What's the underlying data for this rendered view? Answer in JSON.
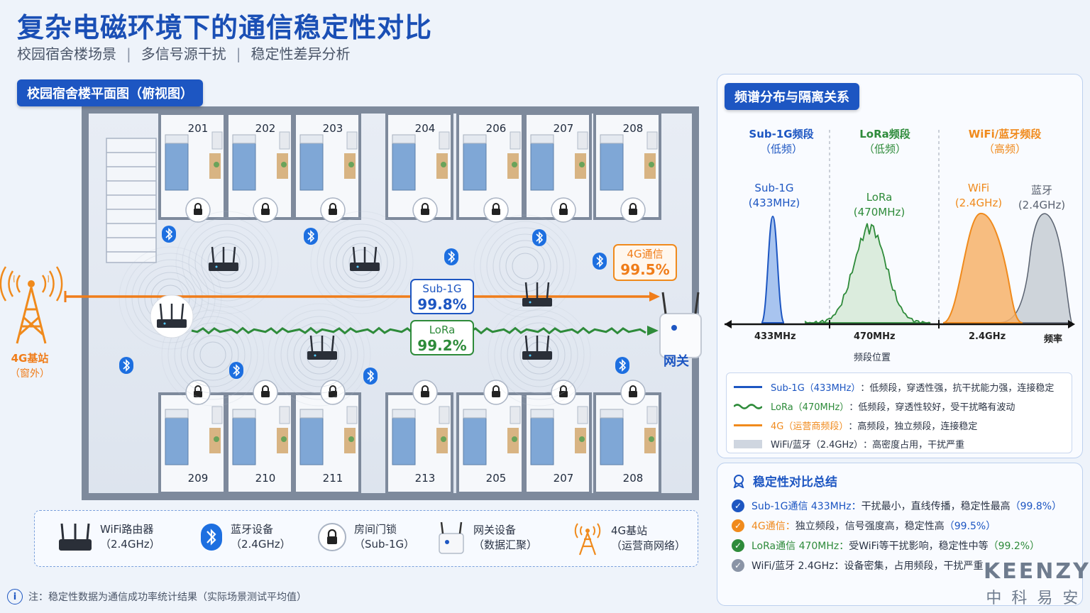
{
  "header": {
    "title": "复杂电磁环境下的通信稳定性对比",
    "subtitle_parts": [
      "校园宿舍楼场景",
      "多信号源干扰",
      "稳定性差异分析"
    ],
    "separator": "|"
  },
  "plan": {
    "title": "校园宿舍楼平面图（俯视图）",
    "top_rooms": [
      "201",
      "202",
      "203",
      "204",
      "206",
      "207",
      "208"
    ],
    "bottom_rooms": [
      "209",
      "210",
      "211",
      "213",
      "205",
      "207",
      "208"
    ],
    "tower_label": "4G基站",
    "tower_sub": "（窗外）",
    "gateway_label": "网关",
    "sub1g_label": "Sub-1G",
    "sub1g_value": "99.8%",
    "lora_label": "LoRa",
    "lora_value": "99.2%",
    "g4_label": "4G通信",
    "g4_value": "99.5%"
  },
  "legend": [
    {
      "name": "WiFi路由器",
      "sub": "（2.4GHz）",
      "icon": "router-icon"
    },
    {
      "name": "蓝牙设备",
      "sub": "（2.4GHz）",
      "icon": "bluetooth-icon"
    },
    {
      "name": "房间门锁",
      "sub": "（Sub-1G）",
      "icon": "lock-icon"
    },
    {
      "name": "网关设备",
      "sub": "（数据汇聚）",
      "icon": "gateway-icon"
    },
    {
      "name": "4G基站",
      "sub": "（运营商网络）",
      "icon": "tower-icon"
    }
  ],
  "footnote": "注：稳定性数据为通信成功率统计结果（实际场景测试平均值）",
  "spectrum": {
    "title": "频谱分布与隔离关系",
    "bands": [
      {
        "name": "Sub-1G频段",
        "sub": "（低频）",
        "color": "#1d56c2"
      },
      {
        "name": "LoRa频段",
        "sub": "（低频）",
        "color": "#2e8b3a"
      },
      {
        "name": "WiFi/蓝牙频段",
        "sub": "（高频）",
        "color": "#f08a1c"
      }
    ],
    "peaks": {
      "sub1g": {
        "name": "Sub-1G",
        "freq": "(433MHz)"
      },
      "lora": {
        "name": "LoRa",
        "freq": "(470MHz)"
      },
      "wifi": {
        "name": "WiFi",
        "freq": "(2.4GHz)"
      },
      "bt": {
        "name": "蓝牙",
        "freq": "(2.4GHz)"
      }
    },
    "axis": {
      "tick1": "433MHz",
      "tick2": "470MHz",
      "tick3": "2.4GHz",
      "end": "频率",
      "caption": "频段位置"
    },
    "legend": [
      {
        "key": "Sub-1G（433MHz）",
        "desc": "：低频段，穿透性强，抗干扰能力强，连接稳定",
        "color": "#1d56c2"
      },
      {
        "key": "LoRa（470MHz）",
        "desc": "：低频段，穿透性较好，受干扰略有波动",
        "color": "#2e8b3a"
      },
      {
        "key": "4G（运营商频段）",
        "desc": "：高频段，独立频段，连接稳定",
        "color": "#f08a1c"
      },
      {
        "key": "WiFi/蓝牙（2.4GHz）",
        "desc": "：高密度占用，干扰严重",
        "color": "#cfd6e0"
      }
    ]
  },
  "summary": {
    "title": "稳定性对比总结",
    "rows": [
      {
        "key": "Sub-1G通信 433MHz：",
        "desc": "干扰最小，直线传播，稳定性最高",
        "val": "（99.8%）",
        "color": "#1d56c2"
      },
      {
        "key": "4G通信：",
        "desc": "独立频段，信号强度高，稳定性高",
        "val": "（99.5%）",
        "color": "#f08a1c"
      },
      {
        "key": "LoRa通信 470MHz：",
        "desc": "受WiFi等干扰影响，稳定性中等",
        "val": "（99.2%）",
        "color": "#2e8b3a"
      },
      {
        "key": "WiFi/蓝牙 2.4GHz：",
        "desc": "设备密集，占用频段，干扰严重",
        "val": "",
        "color": "#8a94a6"
      }
    ]
  },
  "brand": {
    "name": "KEENZY",
    "cn": "中科易安"
  }
}
